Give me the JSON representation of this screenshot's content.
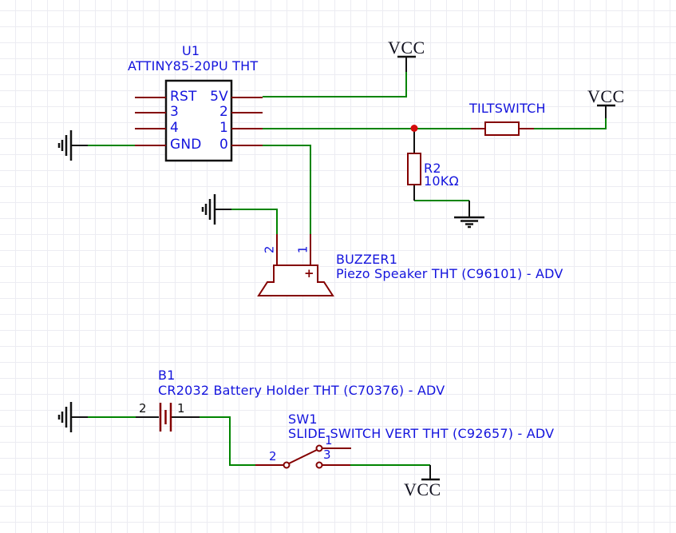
{
  "palette": {
    "bg": "#ffffff",
    "grid": "#ececf2",
    "wire": "#008400",
    "part": "#840000",
    "blue": "#1414dd",
    "black": "#111111",
    "junction": "#d40b0b"
  },
  "u1": {
    "ref": "U1",
    "value": "ATTINY85-20PU THT",
    "pins_left": [
      "RST",
      "3",
      "4",
      "GND"
    ],
    "pins_right": [
      "5V",
      "2",
      "1",
      "0"
    ]
  },
  "power": {
    "vcc_top": "VCC",
    "vcc_right": "VCC",
    "vcc_bottom": "VCC"
  },
  "tiltswitch": {
    "label": "TILTSWITCH"
  },
  "resistor": {
    "ref": "R2",
    "value": "10KΩ"
  },
  "buzzer": {
    "ref": "BUZZER1",
    "value": "Piezo Speaker THT (C96101) - ADV",
    "pin2": "2",
    "pin1": "1",
    "polarity": "+"
  },
  "battery": {
    "ref": "B1",
    "value": "CR2032 Battery Holder THT (C70376) - ADV",
    "pin2": "2",
    "pin1": "1"
  },
  "slide_switch": {
    "ref": "SW1",
    "value": "SLIDE SWITCH VERT THT (C92657) - ADV",
    "pin1": "1",
    "pin2": "2",
    "pin3": "3"
  }
}
